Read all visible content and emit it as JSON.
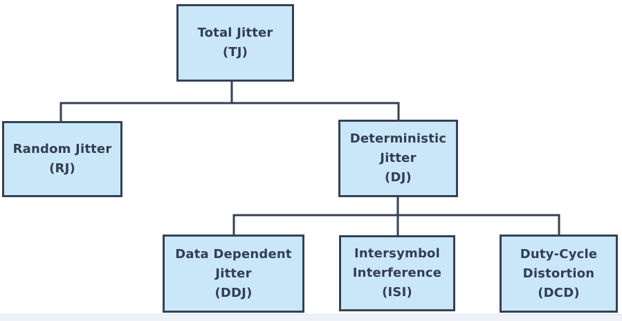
{
  "diagram": {
    "type": "tree",
    "nodes": {
      "total_jitter": {
        "label": "Total Jitter\n(TJ)",
        "abbr": "TJ"
      },
      "random_jitter": {
        "label": "Random Jitter\n(RJ)",
        "abbr": "RJ"
      },
      "deterministic_jitter": {
        "label": "Deterministic\nJitter\n(DJ)",
        "abbr": "DJ"
      },
      "data_dependent_jitter": {
        "label": "Data Dependent\nJitter\n(DDJ)",
        "abbr": "DDJ"
      },
      "intersymbol_interference": {
        "label": "Intersymbol\nInterference\n(ISI)",
        "abbr": "ISI"
      },
      "duty_cycle_distortion": {
        "label": "Duty-Cycle\nDistortion\n(DCD)",
        "abbr": "DCD"
      }
    },
    "edges": [
      {
        "from": "total_jitter",
        "to": "random_jitter"
      },
      {
        "from": "total_jitter",
        "to": "deterministic_jitter"
      },
      {
        "from": "deterministic_jitter",
        "to": "data_dependent_jitter"
      },
      {
        "from": "deterministic_jitter",
        "to": "intersymbol_interference"
      },
      {
        "from": "deterministic_jitter",
        "to": "duty_cycle_distortion"
      }
    ],
    "colors": {
      "box_fill": "#c9e7f9",
      "box_border": "#344054",
      "connector": "#344054",
      "text": "#333d52",
      "background": "#ffffff",
      "footer_strip": "#eef2f8"
    }
  }
}
